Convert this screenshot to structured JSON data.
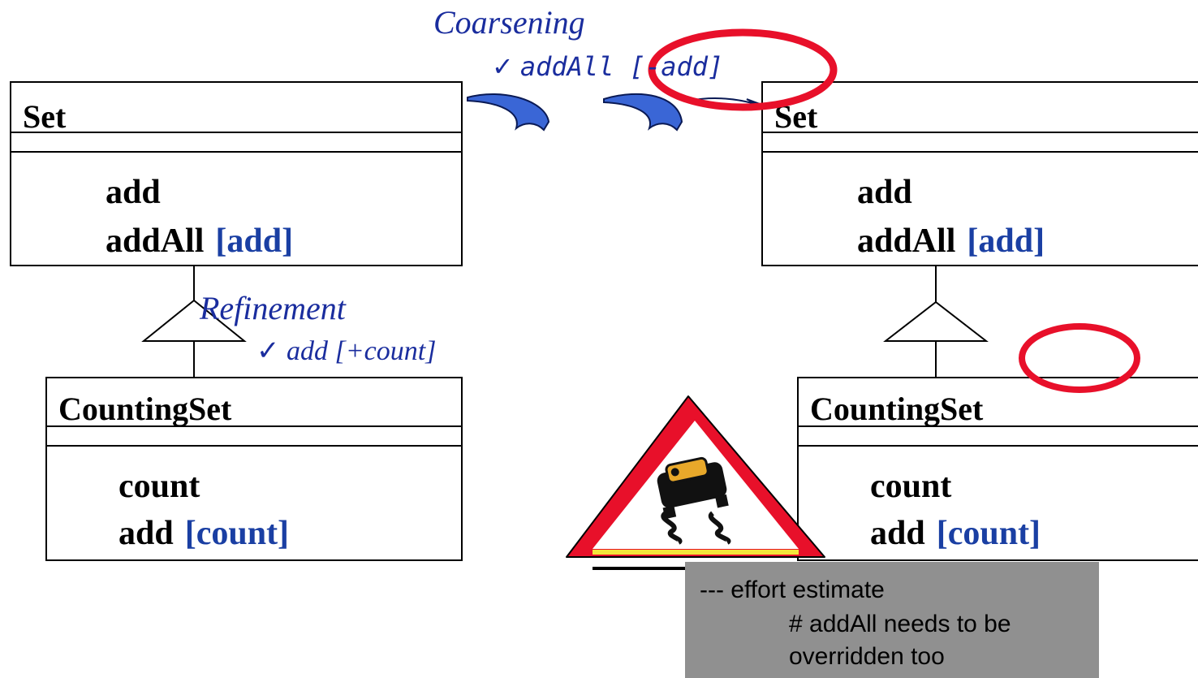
{
  "left": {
    "set": {
      "title": "Set",
      "m1": "add",
      "m2": "addAll",
      "m2_dep": "[add]"
    },
    "counting": {
      "title": "CountingSet",
      "m1": "count",
      "m2": "add",
      "m2_dep": "[count]"
    }
  },
  "right": {
    "set": {
      "title": "Set",
      "m1": "add",
      "m2": "addAll",
      "m2_dep": "[add]"
    },
    "counting": {
      "title": "CountingSet",
      "m1": "count",
      "m2": "add",
      "m2_dep": "[count]"
    }
  },
  "coarsening": {
    "label": "Coarsening",
    "check": "✓",
    "detail": "addAll [-add]"
  },
  "refinement": {
    "label": "Refinement",
    "check": "✓",
    "detail": "add [+count]"
  },
  "note": {
    "line1": "--- effort estimate",
    "line2": "# addAll needs to be",
    "line3": "overridden too"
  },
  "colors": {
    "blue": "#1a3fa3",
    "red": "#e8102a",
    "note_bg": "#909090",
    "arrow": "#3a66d6"
  }
}
